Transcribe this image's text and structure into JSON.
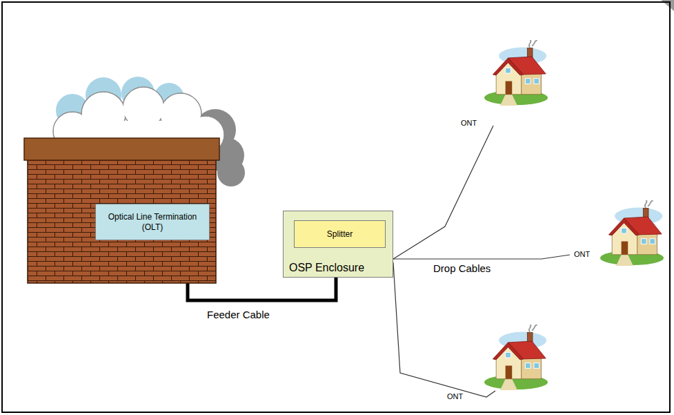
{
  "diagram": {
    "nodes": [
      {
        "text": [
          "Optical Line Termination (OLT)"
        ]
      },
      {
        "text": [
          "OSP Enclosure"
        ]
      },
      {
        "text": [
          "Splitter"
        ],
        "in": 1
      }
    ],
    "edges": [
      {
        "from": 0,
        "to": 1,
        "arrow": "none",
        "label": "Feeder Cable"
      }
    ],
    "labels": [
      "ONT",
      "ONT",
      "Drop Cables",
      "ONT"
    ]
  }
}
